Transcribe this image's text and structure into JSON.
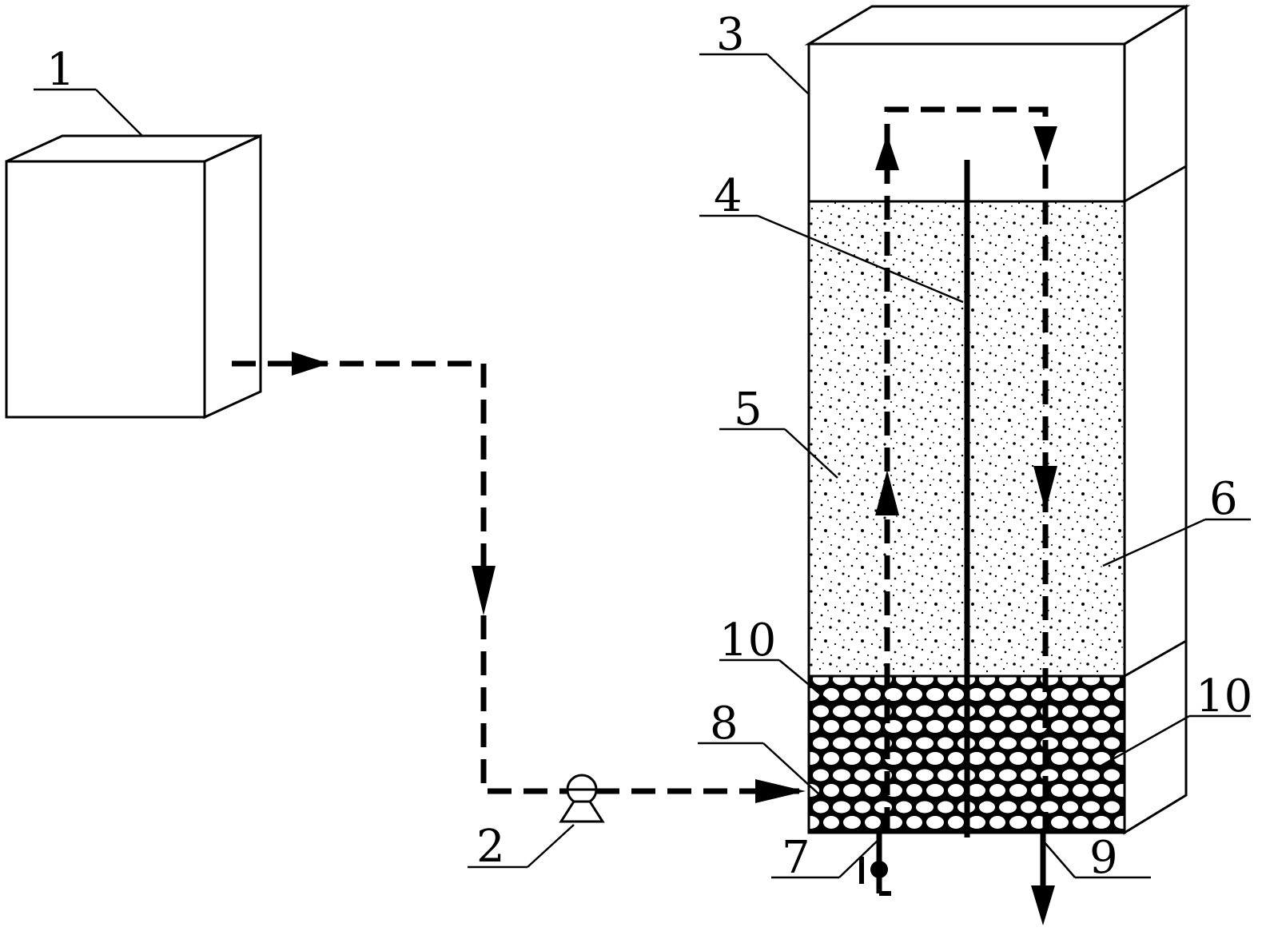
{
  "labels": {
    "l1": "1",
    "l2": "2",
    "l3": "3",
    "l4": "4",
    "l5": "5",
    "l6": "6",
    "l7": "7",
    "l8": "8",
    "l9": "9",
    "l10a": "10",
    "l10b": "10"
  },
  "colors": {
    "line": "#000000",
    "background": "#ffffff"
  }
}
